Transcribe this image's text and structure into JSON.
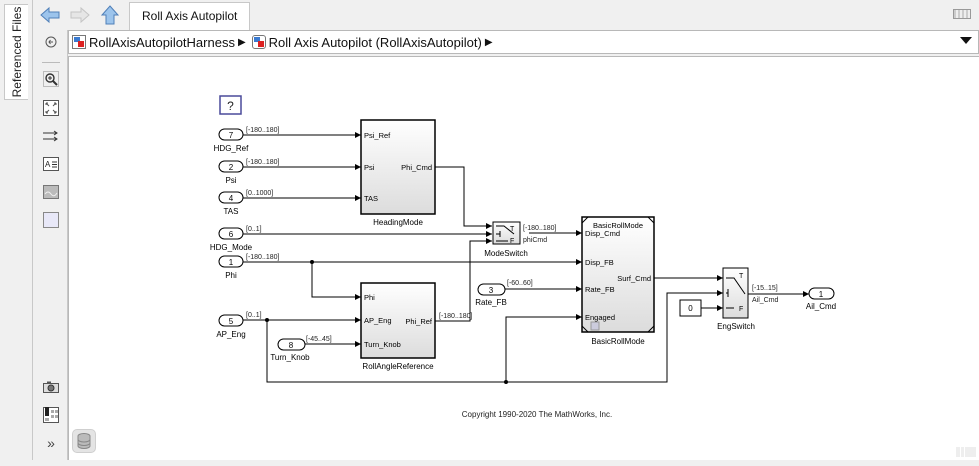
{
  "sidebar": {
    "referenced_files_tab": "Referenced Files"
  },
  "toolbar": {
    "back_icon": "back-arrow-icon",
    "forward_icon": "forward-arrow-icon",
    "up_icon": "up-arrow-icon",
    "active_tab": "Roll Axis Autopilot",
    "keyboard_icon": "keyboard-icon"
  },
  "breadcrumb": {
    "items": [
      {
        "label": "RollAxisAutopilotHarness",
        "icon": "model-icon"
      },
      {
        "label": "Roll Axis Autopilot (RollAxisAutopilot)",
        "icon": "model-reference-icon"
      }
    ]
  },
  "palette": {
    "tools": [
      "hide-explorer-icon",
      "zoom-icon",
      "fit-to-view-icon",
      "signal-route-icon",
      "annotation-icon",
      "image-icon",
      "area-icon",
      "screenshot-icon",
      "property-inspector-icon",
      "more-icon"
    ]
  },
  "diagram": {
    "help_block": "?",
    "inports": [
      {
        "number": "7",
        "name": "HDG_Ref",
        "range": "[-180..180]"
      },
      {
        "number": "2",
        "name": "Psi",
        "range": "[-180..180]"
      },
      {
        "number": "4",
        "name": "TAS",
        "range": "[0..1000]"
      },
      {
        "number": "6",
        "name": "HDG_Mode",
        "range": "[0..1]"
      },
      {
        "number": "1",
        "name": "Phi",
        "range": "[-180..180]"
      },
      {
        "number": "5",
        "name": "AP_Eng",
        "range": "[0..1]"
      },
      {
        "number": "8",
        "name": "Turn_Knob",
        "range": "[-45..45]"
      },
      {
        "number": "3",
        "name": "Rate_FB",
        "range": "[-60..60]"
      }
    ],
    "heading_mode": {
      "name": "HeadingMode",
      "inputs": [
        "Psi_Ref",
        "Psi",
        "TAS"
      ],
      "output": "Phi_Cmd"
    },
    "roll_angle_reference": {
      "name": "RollAngleReference",
      "inputs": [
        "Phi",
        "AP_Eng",
        "Turn_Knob"
      ],
      "output": "Phi_Ref",
      "output_range": "[-180..180]"
    },
    "mode_switch": {
      "name": "ModeSwitch",
      "true_label": "T",
      "false_label": "F",
      "output_range": "[-180..180]",
      "output_signal": "phiCmd"
    },
    "basic_roll_mode": {
      "name": "BasicRollMode",
      "title": "BasicRollMode",
      "inputs": [
        "Disp_Cmd",
        "Disp_FB",
        "Rate_FB",
        "Engaged"
      ],
      "output": "Surf_Cmd"
    },
    "constant": {
      "value": "0"
    },
    "eng_switch": {
      "name": "EngSwitch",
      "true_label": "T",
      "false_label": "F",
      "output_range": "[-15..15]",
      "output_signal": "Ail_Cmd"
    },
    "outport": {
      "number": "1",
      "name": "Ail_Cmd"
    },
    "copyright": "Copyright 1990-2020 The MathWorks, Inc."
  }
}
